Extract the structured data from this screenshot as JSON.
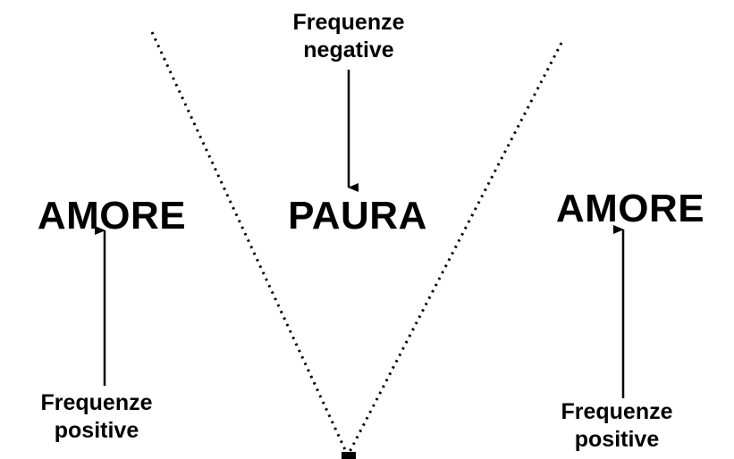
{
  "left": {
    "main_word": "AMORE",
    "caption_line1": "Frequenze",
    "caption_line2": "positive"
  },
  "center": {
    "main_word": "PAURA",
    "caption_line1": "Frequenze",
    "caption_line2": "negative"
  },
  "right": {
    "main_word": "AMORE",
    "caption_line1": "Frequenze",
    "caption_line2": "positive"
  },
  "colors": {
    "ink": "#000000",
    "background": "#ffffff"
  },
  "line_style": "dotted V shape"
}
